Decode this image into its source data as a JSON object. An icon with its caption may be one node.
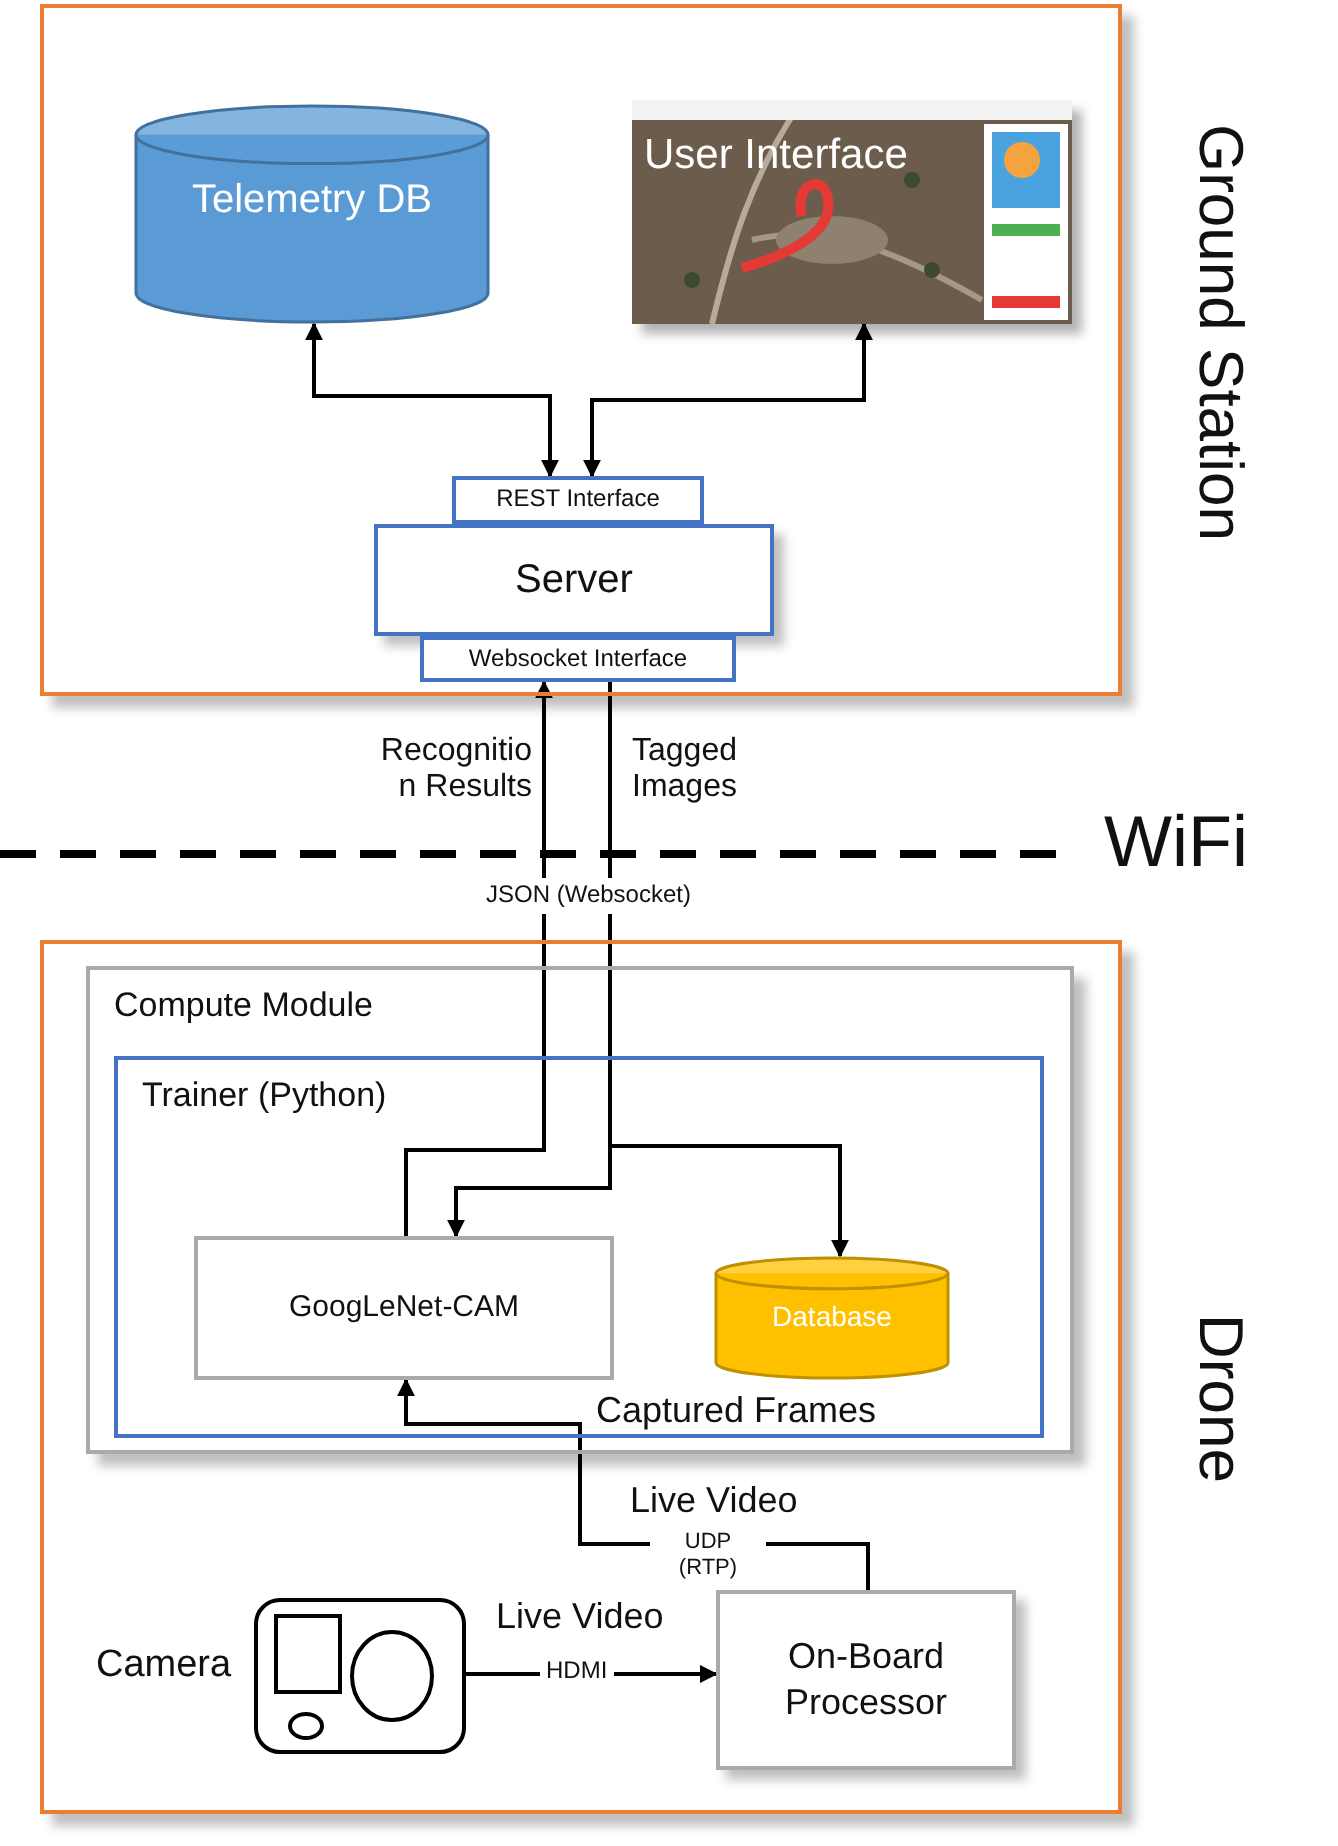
{
  "diagram": {
    "nodes": [
      {
        "text": [
          "Ground Station"
        ]
      },
      {
        "text": [
          "Telemetry DB"
        ],
        "in": 0
      },
      {
        "text": [
          "User Interface"
        ],
        "in": 0
      },
      {
        "text": [
          "REST Interface"
        ],
        "in": 0
      },
      {
        "text": [
          "Server"
        ],
        "in": 0
      },
      {
        "text": [
          "Websocket Interface"
        ],
        "in": 0
      },
      {
        "text": [
          "Drone"
        ]
      },
      {
        "text": [
          "Compute Module"
        ],
        "in": 6
      },
      {
        "text": [
          "Trainer (Python)"
        ],
        "in": 7
      },
      {
        "text": [
          "GoogLeNet-CAM"
        ],
        "in": 8
      },
      {
        "text": [
          "Database"
        ],
        "in": 8
      },
      {
        "text": [
          "Camera"
        ],
        "in": 6
      },
      {
        "text": [
          "On-Board Processor"
        ],
        "in": 6
      }
    ],
    "edges": [
      {
        "from": 3,
        "to": 1,
        "arrow": "both"
      },
      {
        "from": 3,
        "to": 2,
        "arrow": "both"
      },
      {
        "from": 9,
        "to": 5,
        "arrow": "to",
        "label": "Recognitio n Results"
      },
      {
        "from": 5,
        "to": 9,
        "arrow": "to",
        "label": "Tagged Images"
      },
      {
        "from": 5,
        "to": 10,
        "arrow": "to"
      },
      {
        "from": 12,
        "to": 9,
        "arrow": "to",
        "label": "UDP (RTP)"
      },
      {
        "from": 11,
        "to": 12,
        "arrow": "to",
        "label": "HDMI"
      }
    ],
    "labels": [
      "WiFi",
      "JSON (Websocket)",
      "Captured Frames",
      "Live Video",
      "Live Video"
    ]
  }
}
